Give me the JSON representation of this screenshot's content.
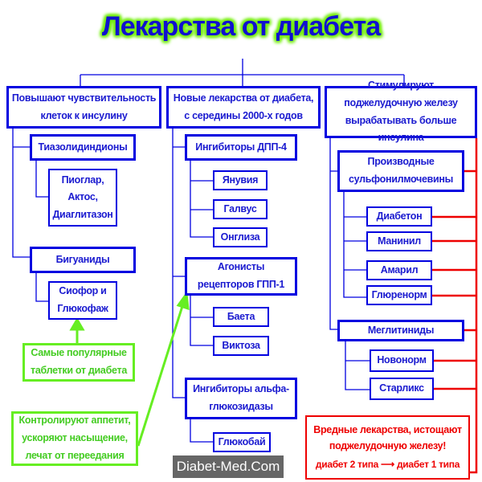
{
  "title": "Лекарства от диабета",
  "colors": {
    "box": "#0000e0",
    "accent_green": "#66ee22",
    "warning_red": "#ee0000"
  },
  "col1": {
    "header": "Повышают чувствительность клеток к инсулину",
    "groups": [
      {
        "name": "Тиазолидиндионы",
        "drugs": "Пиоглар, Актос, Диаглитазон"
      },
      {
        "name": "Бигуаниды",
        "drugs": "Сиофор и Глюкофаж"
      }
    ]
  },
  "col2": {
    "header": "Новые лекарства от диабета, с середины 2000-х годов",
    "groups": [
      {
        "name": "Ингибиторы ДПП-4",
        "drugs": [
          "Янувия",
          "Галвус",
          "Онглиза"
        ]
      },
      {
        "name": "Агонисты рецепторов ГПП-1",
        "drugs": [
          "Баета",
          "Виктоза"
        ]
      },
      {
        "name": "Ингибиторы альфа-глюкозидазы",
        "drugs": [
          "Глюкобай"
        ]
      }
    ]
  },
  "col3": {
    "header": "Стимулируют поджелудочную железу вырабатывать больше инсулина",
    "groups": [
      {
        "name": "Производные сульфонилмочевины",
        "drugs": [
          "Диабетон",
          "Манинил",
          "Амарил",
          "Глюренорм"
        ]
      },
      {
        "name": "Меглитиниды",
        "drugs": [
          "Новонорм",
          "Старликс"
        ]
      }
    ]
  },
  "notes": {
    "popular": "Самые популярные таблетки от диабета",
    "appetite": "Контролируют аппетит, ускоряют насыщение, лечат от переедания",
    "harmful": "Вредные лекарства, истощают поджелудочную железу!",
    "progression": "диабет 2 типа ⟶ диабет 1 типа"
  },
  "watermark": "Diabet-Med.Com"
}
